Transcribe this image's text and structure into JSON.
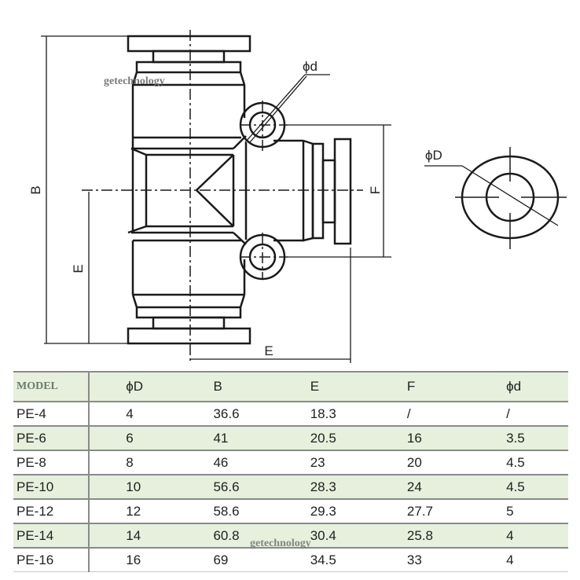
{
  "drawing": {
    "title": "Pneumatic push-in fitting, union tee",
    "labels": {
      "phi_d": "ϕd",
      "phi_D": "ϕD",
      "B": "B",
      "E_vertical": "E",
      "E_horizontal": "E",
      "F": "F"
    },
    "watermark": "getechnology"
  },
  "table": {
    "headers": [
      "MODEL",
      "ϕD",
      "B",
      "E",
      "F",
      "ϕd"
    ],
    "rows": [
      [
        "PE-4",
        "4",
        "36.6",
        "18.3",
        "/",
        "/"
      ],
      [
        "PE-6",
        "6",
        "41",
        "20.5",
        "16",
        "3.5"
      ],
      [
        "PE-8",
        "8",
        "46",
        "23",
        "20",
        "4.5"
      ],
      [
        "PE-10",
        "10",
        "56.6",
        "28.3",
        "24",
        "4.5"
      ],
      [
        "PE-12",
        "12",
        "58.6",
        "29.3",
        "27.7",
        "5"
      ],
      [
        "PE-14",
        "14",
        "60.8",
        "30.4",
        "25.8",
        "4"
      ],
      [
        "PE-16",
        "16",
        "69",
        "34.5",
        "33",
        "4"
      ]
    ],
    "watermark": "getechnology"
  },
  "colors": {
    "header_bg": "#e6f0dc",
    "shade_row_bg": "#e6f0dc",
    "line": "#1a1a1a",
    "border": "#8a8a8a"
  }
}
